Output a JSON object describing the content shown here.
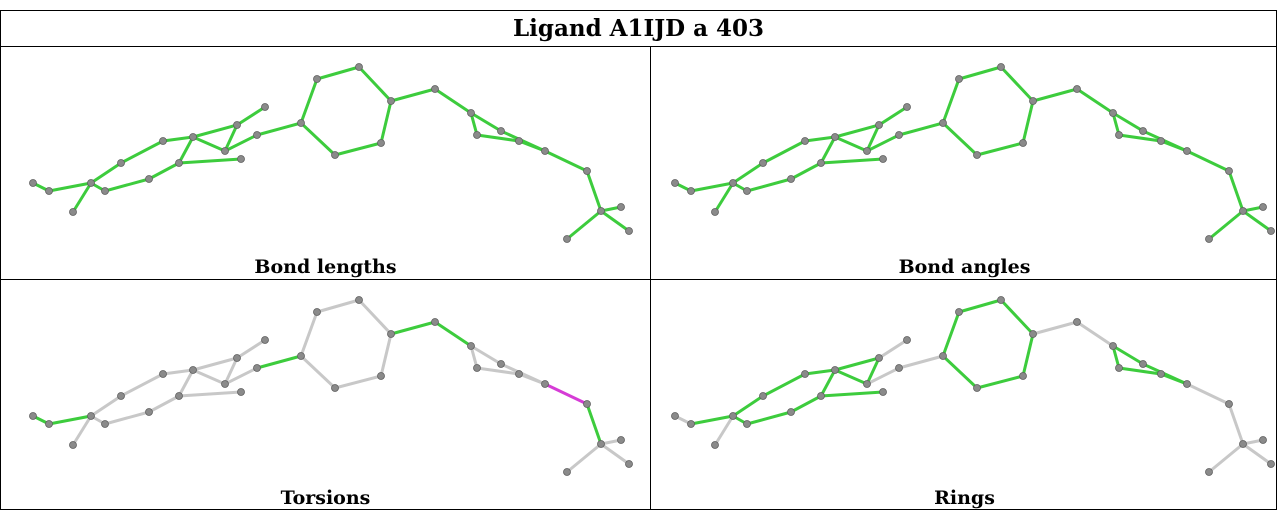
{
  "title": "Ligand A1IJD a 403",
  "panels": [
    {
      "caption": "Bond lengths",
      "color_scheme": "all-green"
    },
    {
      "caption": "Bond angles",
      "color_scheme": "all-green"
    },
    {
      "caption": "Torsions",
      "color_scheme": "mostly-grey-one-magenta"
    },
    {
      "caption": "Rings",
      "color_scheme": "rings-green"
    }
  ],
  "colors": {
    "good": "#3dcc3d",
    "neutral": "#c8c8c8",
    "outlier": "#d63cd6",
    "atom": "#8a8a8a"
  }
}
